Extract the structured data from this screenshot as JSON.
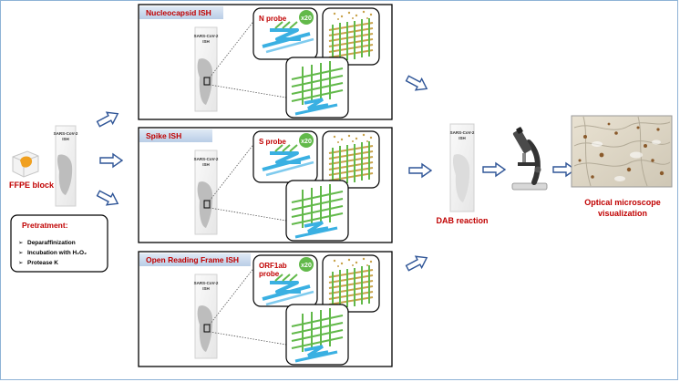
{
  "ffpe_label": "FFPE block",
  "slide_label_line1": "SARS-CoV-2",
  "slide_label_line2": "ISH",
  "panels": [
    {
      "title": "Nucleocapsid ISH",
      "probe_line1": "N probe",
      "probe_line2": "",
      "badge": "x20"
    },
    {
      "title": "Spike ISH",
      "probe_line1": "S probe",
      "probe_line2": "",
      "badge": "x20"
    },
    {
      "title": "Open Reading Frame ISH",
      "probe_line1": "ORF1ab",
      "probe_line2": "probe",
      "badge": "x20"
    }
  ],
  "pretreatment": {
    "title": "Pretratment:",
    "items": [
      "Deparaffinization",
      "Incubation with H₂O₂",
      "Protease K"
    ]
  },
  "dab_label": "DAB reaction",
  "microscope_label_line1": "Optical microscope",
  "microscope_label_line2": "visualization",
  "colors": {
    "panel_title_bg": "#c9d9ee",
    "accent_red": "#c00000",
    "probe_blue": "#3ab0e2",
    "probe_green": "#62b94a",
    "dna_orange": "#c8a24a",
    "arrow_blue": "#2f5597"
  }
}
